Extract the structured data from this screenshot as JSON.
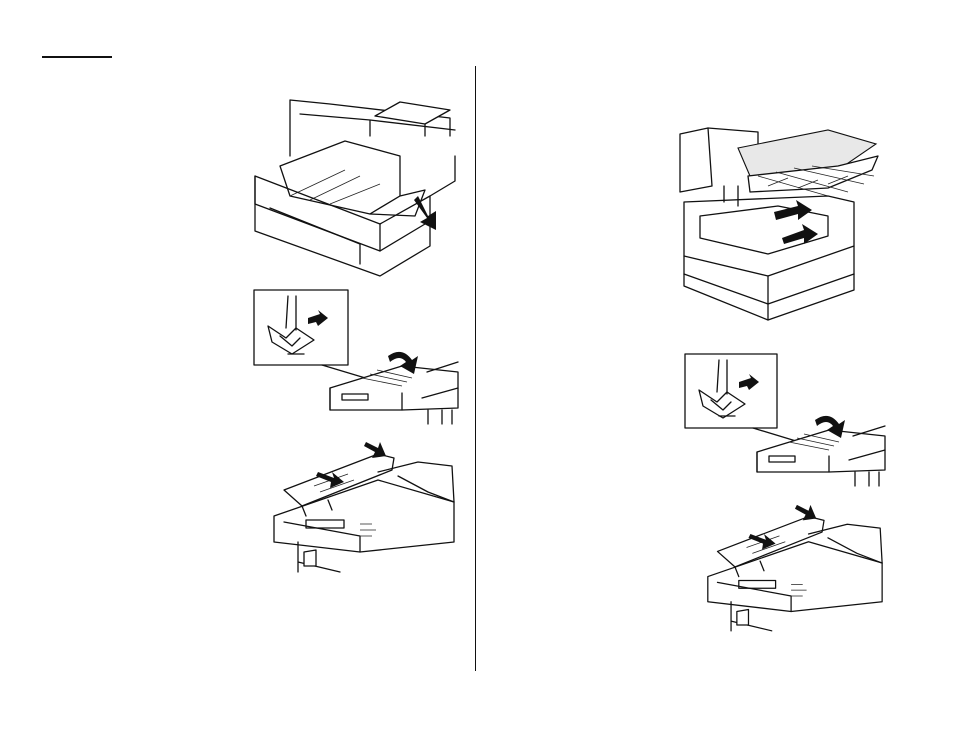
{
  "page": {
    "background": "#ffffff",
    "ink": "#111111"
  },
  "left_column": {
    "illustrations": [
      {
        "name": "paper-cassette-pull-out",
        "icon": "paper-cassette-removal-drawing"
      },
      {
        "name": "document-cover-release-lever",
        "icon": "cover-release-lever-drawing"
      },
      {
        "name": "document-cover-close",
        "icon": "cover-close-drawing"
      }
    ]
  },
  "right_column": {
    "illustrations": [
      {
        "name": "cassette-insert",
        "icon": "paper-cassette-insert-drawing"
      },
      {
        "name": "document-cover-release-lever",
        "icon": "cover-release-lever-drawing"
      },
      {
        "name": "document-cover-close",
        "icon": "cover-close-drawing"
      }
    ]
  }
}
